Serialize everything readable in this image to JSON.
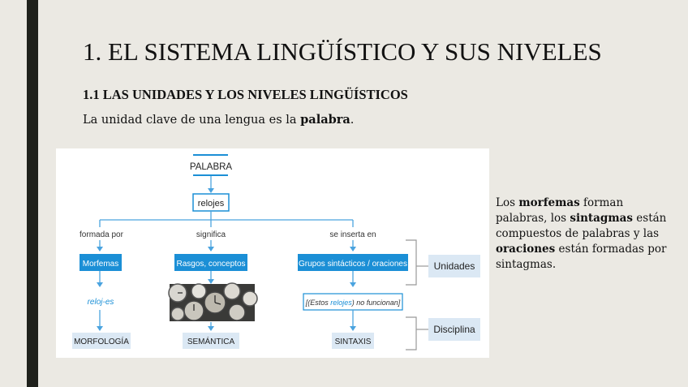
{
  "slide": {
    "title": "1. EL SISTEMA LINGÜÍSTICO Y SUS NIVELES",
    "subtitle": "1.1 LAS UNIDADES Y LOS NIVELES LINGÜÍSTICOS",
    "intro": {
      "before": "La unidad clave de una lengua es la ",
      "bold": "palabra",
      "after": "."
    }
  },
  "diagram": {
    "root": "PALABRA",
    "example": "relojes",
    "branches": [
      {
        "relation": "formada por",
        "unit": "Morfemas",
        "example": "reloj-es",
        "level": "MORFOLOGÍA"
      },
      {
        "relation": "significa",
        "unit": "Rasgos, conceptos",
        "example": "",
        "level": "SEMÁNTICA"
      },
      {
        "relation": "se inserta en",
        "unit": "Grupos sintácticos / oraciones",
        "example_pre": "[(Estos ",
        "example_italic": "relojes",
        "example_post": ") no funcionan]",
        "level": "SINTAXIS"
      }
    ],
    "row_labels": {
      "units": "Unidades",
      "discipline": "Disciplina"
    },
    "clocks_image": "clocks-photo"
  },
  "side_text": {
    "p1": "Los ",
    "b1": "morfemas",
    "p2": " forman palabras, los ",
    "b2": "sintagmas",
    "p3": " están compuestos de palabras y las ",
    "b3": "oraciones",
    "p4": " están formadas por sintagmas."
  },
  "colors": {
    "blue": "#1b8fd6",
    "light_blue": "#dbe8f4",
    "dark": "#1f211c"
  }
}
